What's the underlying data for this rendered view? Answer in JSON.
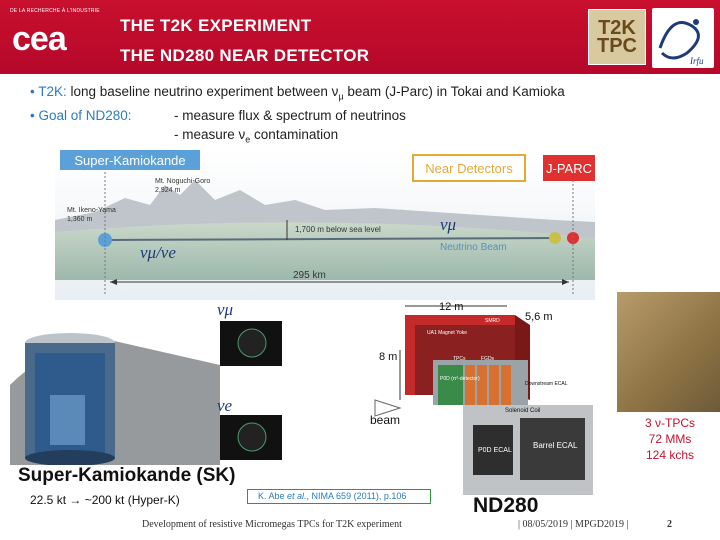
{
  "header": {
    "cea_small": "DE LA RECHERCHE À L'INDUSTRIE",
    "cea_word": "cea",
    "title_line1": "THE T2K EXPERIMENT",
    "title_line2": "THE ND280 NEAR DETECTOR",
    "t2k_logo_text": "T2K TPC"
  },
  "bullets": {
    "b1_label": "T2K:",
    "b1_text": " long baseline neutrino experiment between ν",
    "b1_sub": "μ",
    "b1_text2": " beam (J-Parc) in Tokai and Kamioka",
    "b2_label": "Goal of ND280:",
    "b2_text1": "- measure flux & spectrum of neutrinos",
    "b2_text2a": "- measure ν",
    "b2_sub": "e",
    "b2_text2b": " contamination"
  },
  "diagram": {
    "sk_label": "Super-Kamiokande",
    "near_label": "Near Detectors",
    "jparc_label": "J-PARC",
    "mt1": "Mt. Noguchi-Goro",
    "mt1_h": "2,924 m",
    "mt2": "Mt. Ikeno-Yama",
    "mt2_h": "1,360 m",
    "depth": "1,700 m below sea level",
    "beam": "Neutrino Beam",
    "nu_mu": "νμ",
    "osc": "νμ/νe",
    "distance": "295 km"
  },
  "sk": {
    "title": "Super-Kamiokande (SK)",
    "hyper": "22.5 kt  → ~200 kt (Hyper-K)",
    "ev1": "νμ",
    "ev2": "νe"
  },
  "nd": {
    "dim_12": "12 m",
    "dim_56": "5,6 m",
    "dim_8": "8 m",
    "beam": "beam",
    "smrd": "SMRD",
    "magnet": "UA1 Magnet Yoke",
    "tpcs": "TPCs",
    "fgds": "FGDs",
    "p0d": "P0D (π⁰-detector)",
    "ds_ecal": "Downstream ECAL",
    "coil": "Solenoid Coil",
    "p0d_ecal": "P0D ECAL",
    "barrel": "Barrel ECAL",
    "name": "ND280"
  },
  "tpc": {
    "l1": "3 ν-TPCs",
    "l2": "72 MMs",
    "l3": "124 kchs"
  },
  "ref": {
    "author": "K. Abe ",
    "etal": "et al.",
    "rest": ", NIMA 659 (2011), p.106"
  },
  "footer": {
    "left": "Development of resistive Micromegas TPCs for T2K experiment",
    "date": "|   08/05/2019   |  MPGD2019   |",
    "page": "2"
  }
}
